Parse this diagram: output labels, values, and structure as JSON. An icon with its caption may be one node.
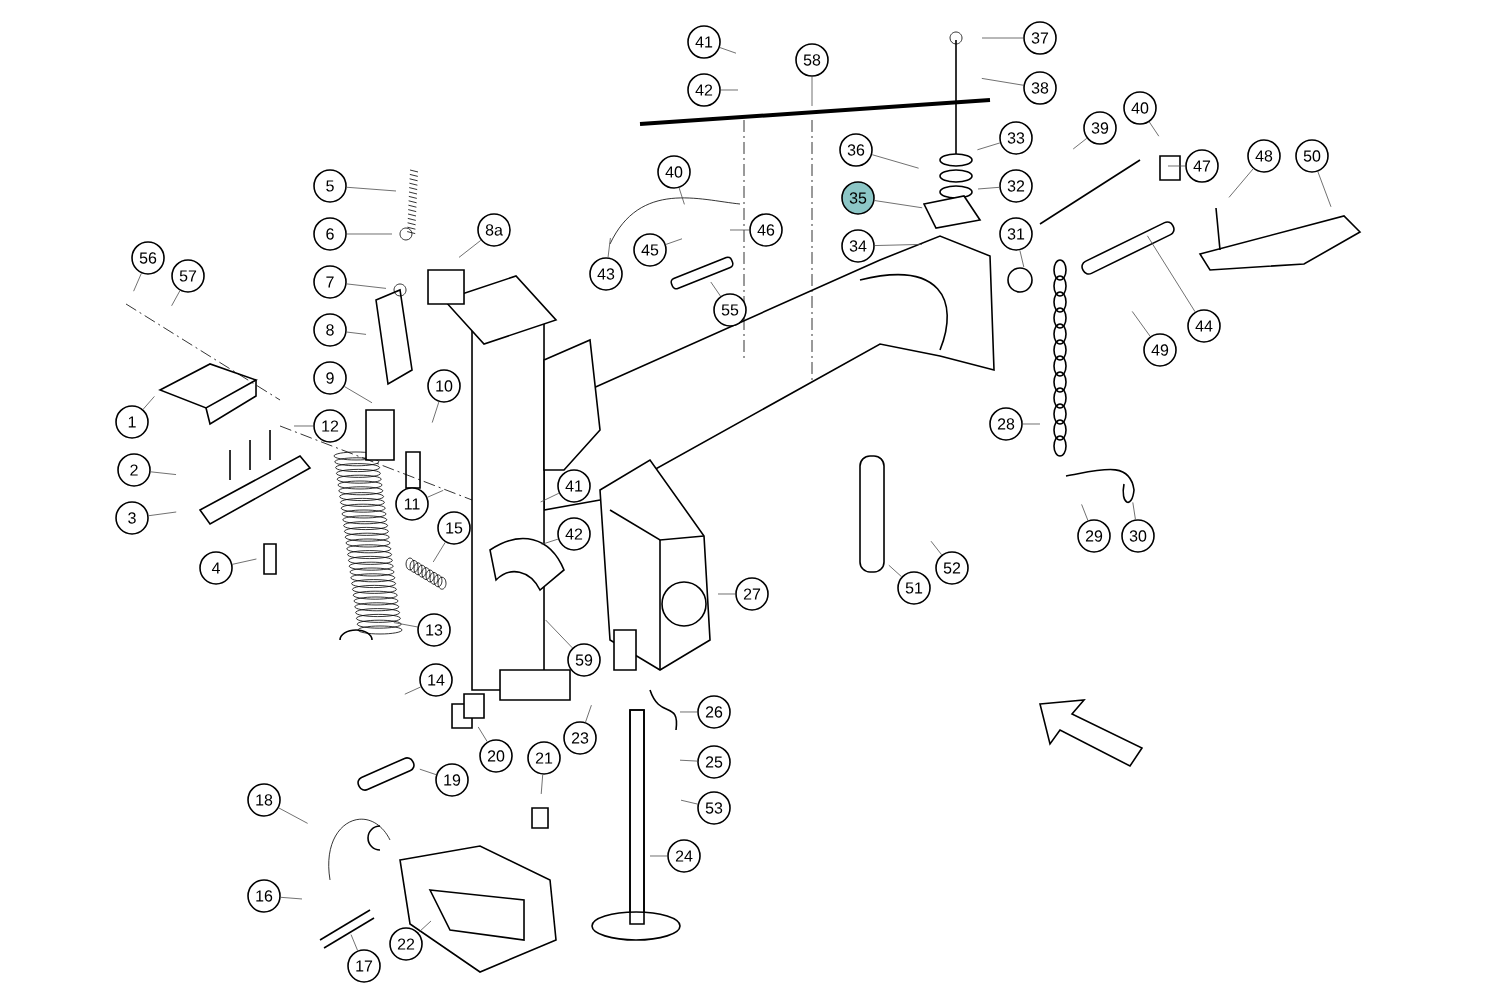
{
  "diagram": {
    "nodes": [
      {
        "text": [
          "41"
        ]
      },
      {
        "text": [
          "42"
        ]
      },
      {
        "text": [
          "58"
        ]
      },
      {
        "text": [
          "37"
        ]
      },
      {
        "text": [
          "38"
        ]
      },
      {
        "text": [
          "36"
        ]
      },
      {
        "text": [
          "33"
        ]
      },
      {
        "text": [
          "35"
        ]
      },
      {
        "text": [
          "32"
        ]
      },
      {
        "text": [
          "34"
        ]
      },
      {
        "text": [
          "31"
        ]
      },
      {
        "text": [
          "40"
        ]
      },
      {
        "text": [
          "45"
        ]
      },
      {
        "text": [
          "46"
        ]
      },
      {
        "text": [
          "43"
        ]
      },
      {
        "text": [
          "55"
        ]
      },
      {
        "text": [
          "5"
        ]
      },
      {
        "text": [
          "6"
        ]
      },
      {
        "text": [
          "8a"
        ]
      },
      {
        "text": [
          "7"
        ]
      },
      {
        "text": [
          "8"
        ]
      },
      {
        "text": [
          "9"
        ]
      },
      {
        "text": [
          "12"
        ]
      },
      {
        "text": [
          "10"
        ]
      },
      {
        "text": [
          "56"
        ]
      },
      {
        "text": [
          "57"
        ]
      },
      {
        "text": [
          "1"
        ]
      },
      {
        "text": [
          "2"
        ]
      },
      {
        "text": [
          "3"
        ]
      },
      {
        "text": [
          "4"
        ]
      },
      {
        "text": [
          "11"
        ]
      },
      {
        "text": [
          "15"
        ]
      },
      {
        "text": [
          "13"
        ]
      },
      {
        "text": [
          "14"
        ]
      },
      {
        "text": [
          "41"
        ]
      },
      {
        "text": [
          "42"
        ]
      },
      {
        "text": [
          "59"
        ]
      },
      {
        "text": [
          "23"
        ]
      },
      {
        "text": [
          "20"
        ]
      },
      {
        "text": [
          "21"
        ]
      },
      {
        "text": [
          "19"
        ]
      },
      {
        "text": [
          "18"
        ]
      },
      {
        "text": [
          "16"
        ]
      },
      {
        "text": [
          "17"
        ]
      },
      {
        "text": [
          "22"
        ]
      },
      {
        "text": [
          "24"
        ]
      },
      {
        "text": [
          "25"
        ]
      },
      {
        "text": [
          "26"
        ]
      },
      {
        "text": [
          "53"
        ]
      },
      {
        "text": [
          "27"
        ]
      },
      {
        "text": [
          "51"
        ]
      },
      {
        "text": [
          "52"
        ]
      },
      {
        "text": [
          "28"
        ]
      },
      {
        "text": [
          "29"
        ]
      },
      {
        "text": [
          "30"
        ]
      },
      {
        "text": [
          "39"
        ]
      },
      {
        "text": [
          "40"
        ]
      },
      {
        "text": [
          "47"
        ]
      },
      {
        "text": [
          "48"
        ]
      },
      {
        "text": [
          "50"
        ]
      },
      {
        "text": [
          "44"
        ]
      },
      {
        "text": [
          "49"
        ]
      }
    ],
    "edges": [
      {
        "from": 0,
        "to": null,
        "arrow": "none"
      },
      {
        "from": 1,
        "to": null,
        "arrow": "none"
      },
      {
        "from": 2,
        "to": null,
        "arrow": "none"
      },
      {
        "from": 3,
        "to": null,
        "arrow": "none"
      },
      {
        "from": 4,
        "to": null,
        "arrow": "none"
      },
      {
        "from": 5,
        "to": null,
        "arrow": "none"
      },
      {
        "from": 6,
        "to": null,
        "arrow": "none"
      },
      {
        "from": 7,
        "to": null,
        "arrow": "none"
      },
      {
        "from": 8,
        "to": null,
        "arrow": "none"
      },
      {
        "from": 9,
        "to": null,
        "arrow": "none"
      },
      {
        "from": 10,
        "to": null,
        "arrow": "none"
      },
      {
        "from": 11,
        "to": null,
        "arrow": "none"
      },
      {
        "from": 12,
        "to": null,
        "arrow": "none"
      },
      {
        "from": 13,
        "to": null,
        "arrow": "none"
      },
      {
        "from": 14,
        "to": null,
        "arrow": "none"
      },
      {
        "from": 15,
        "to": null,
        "arrow": "none"
      },
      {
        "from": 16,
        "to": null,
        "arrow": "none"
      },
      {
        "from": 17,
        "to": null,
        "arrow": "none"
      },
      {
        "from": 18,
        "to": null,
        "arrow": "none"
      },
      {
        "from": 19,
        "to": null,
        "arrow": "none"
      },
      {
        "from": 20,
        "to": null,
        "arrow": "none"
      },
      {
        "from": 21,
        "to": null,
        "arrow": "none"
      },
      {
        "from": 22,
        "to": null,
        "arrow": "none"
      },
      {
        "from": 23,
        "to": null,
        "arrow": "none"
      },
      {
        "from": 24,
        "to": null,
        "arrow": "none"
      },
      {
        "from": 25,
        "to": null,
        "arrow": "none"
      },
      {
        "from": 26,
        "to": null,
        "arrow": "none"
      },
      {
        "from": 27,
        "to": null,
        "arrow": "none"
      },
      {
        "from": 28,
        "to": null,
        "arrow": "none"
      },
      {
        "from": 29,
        "to": null,
        "arrow": "none"
      },
      {
        "from": 30,
        "to": null,
        "arrow": "none"
      },
      {
        "from": 31,
        "to": null,
        "arrow": "none"
      },
      {
        "from": 32,
        "to": null,
        "arrow": "none"
      },
      {
        "from": 33,
        "to": null,
        "arrow": "none"
      },
      {
        "from": 34,
        "to": null,
        "arrow": "none"
      },
      {
        "from": 35,
        "to": null,
        "arrow": "none"
      },
      {
        "from": 36,
        "to": null,
        "arrow": "none"
      },
      {
        "from": 37,
        "to": null,
        "arrow": "none"
      },
      {
        "from": 38,
        "to": null,
        "arrow": "none"
      },
      {
        "from": 39,
        "to": null,
        "arrow": "none"
      },
      {
        "from": 40,
        "to": null,
        "arrow": "none"
      },
      {
        "from": 41,
        "to": null,
        "arrow": "none"
      },
      {
        "from": 42,
        "to": null,
        "arrow": "none"
      },
      {
        "from": 43,
        "to": null,
        "arrow": "none"
      },
      {
        "from": 44,
        "to": null,
        "arrow": "none"
      },
      {
        "from": 45,
        "to": null,
        "arrow": "none"
      },
      {
        "from": 46,
        "to": null,
        "arrow": "none"
      },
      {
        "from": 47,
        "to": null,
        "arrow": "none"
      },
      {
        "from": 48,
        "to": null,
        "arrow": "none"
      },
      {
        "from": 49,
        "to": null,
        "arrow": "none"
      },
      {
        "from": 50,
        "to": null,
        "arrow": "none"
      },
      {
        "from": 51,
        "to": null,
        "arrow": "none"
      },
      {
        "from": 52,
        "to": null,
        "arrow": "none"
      },
      {
        "from": 53,
        "to": null,
        "arrow": "none"
      },
      {
        "from": 54,
        "to": null,
        "arrow": "none"
      },
      {
        "from": 55,
        "to": null,
        "arrow": "none"
      },
      {
        "from": 56,
        "to": null,
        "arrow": "none"
      },
      {
        "from": 57,
        "to": null,
        "arrow": "none"
      },
      {
        "from": 58,
        "to": null,
        "arrow": "none"
      },
      {
        "from": 59,
        "to": null,
        "arrow": "none"
      },
      {
        "from": 60,
        "to": null,
        "arrow": "none"
      },
      {
        "from": 61,
        "to": null,
        "arrow": "none"
      }
    ]
  }
}
